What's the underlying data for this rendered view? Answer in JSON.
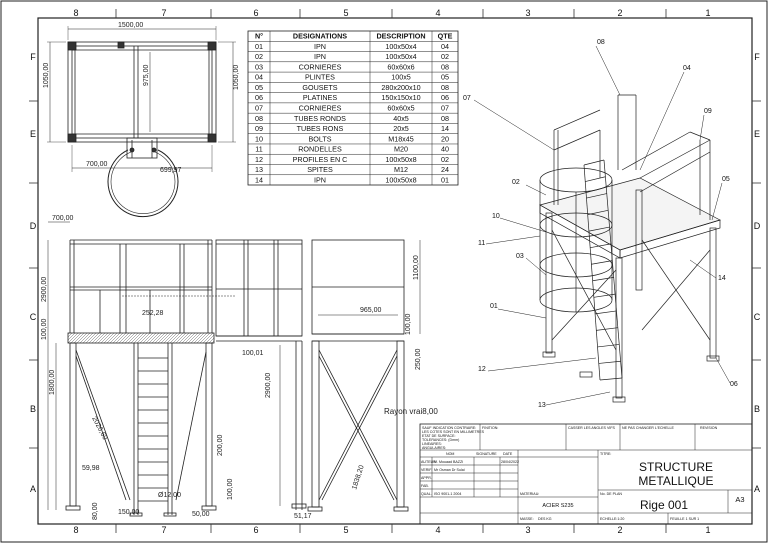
{
  "sheet": {
    "columns": [
      "8",
      "7",
      "6",
      "5",
      "4",
      "3",
      "2",
      "1"
    ],
    "rows": [
      "F",
      "E",
      "D",
      "C",
      "B",
      "A"
    ]
  },
  "bom": {
    "headers": [
      "N°",
      "DESIGNATIONS",
      "DESCRIPTION",
      "QTE"
    ],
    "rows": [
      [
        "01",
        "IPN",
        "100x50x4",
        "04"
      ],
      [
        "02",
        "IPN",
        "100x50x4",
        "02"
      ],
      [
        "03",
        "CORNIERES",
        "60x60x6",
        "08"
      ],
      [
        "04",
        "PLINTES",
        "100x5",
        "05"
      ],
      [
        "05",
        "GOUSETS",
        "280x200x10",
        "08"
      ],
      [
        "06",
        "PLATINES",
        "150x150x10",
        "06"
      ],
      [
        "07",
        "CORNIERES",
        "60x60x5",
        "07"
      ],
      [
        "08",
        "TUBES RONDS",
        "40x5",
        "08"
      ],
      [
        "09",
        "TUBES RONS",
        "20x5",
        "14"
      ],
      [
        "10",
        "BOLTS",
        "M18x45",
        "20"
      ],
      [
        "11",
        "RONDELLES",
        "M20",
        "40"
      ],
      [
        "12",
        "PROFILES EN C",
        "100x50x8",
        "02"
      ],
      [
        "13",
        "SPITES",
        "M12",
        "24"
      ],
      [
        "14",
        "IPN",
        "100x50x8",
        "01"
      ]
    ]
  },
  "dimensions": {
    "plan_width": "1500,00",
    "plan_left_height": "1050,00",
    "plan_inner_height": "975,00",
    "plan_right_height": "1050,00",
    "plan_bottom_left": "700,00",
    "plan_bottom_right": "699,97",
    "front_top_left": "700,00",
    "front_height_total": "2900,00",
    "front_100": "100,00",
    "front_1800": "1800,00",
    "front_diag": "2026,60",
    "front_59": "59,98",
    "front_circle": "Ø12,00",
    "front_80": "80,00",
    "front_150": "150,00",
    "mid_252": "252,28",
    "mid_100": "100,01",
    "mid_2900": "2900,00",
    "mid_200": "200,00",
    "mid_100b": "100,00",
    "mid_5050": "50,00",
    "right_1100": "1100,00",
    "right_965": "965,00",
    "right_100": "100,00",
    "right_250": "250,00",
    "right_1838": "1838,20",
    "right_511": "51,17",
    "radius_note": "Rayon vrai8,00"
  },
  "callouts": [
    "08",
    "04",
    "07",
    "09",
    "02",
    "05",
    "10",
    "11",
    "03",
    "14",
    "01",
    "12",
    "06",
    "13"
  ],
  "title_block": {
    "title_line1": "STRUCTURE",
    "title_line2": "METALLIQUE",
    "part": "Rige 001",
    "size": "A3",
    "material": "ACIER S235",
    "notes": [
      "SAUF INDICATION CONTRAIRE:",
      "LES COTES SONT EN MILLIMETRES",
      "ETAT DE SURFACE:",
      "TOLERANCES:    (Dmm)",
      "   LINEAIRES:",
      "   ANGULAIRES:"
    ],
    "finition_label": "FINITION:",
    "casser_label": "CASSER LES ANGLES VIFS",
    "nepas_label": "NE PAS CHANGER L'ECHELLE",
    "revision_label": "REVISION",
    "col_nom": "NOM",
    "col_signature": "SIGNATURE",
    "col_date": "DATE",
    "auteur_label": "AUTEUR",
    "auteur_name": "M. Mouaad BAZZI",
    "auteur_date": "28/04/2022",
    "verif_label": "VERIF.",
    "verif_name": "Mr Osman Dr Sulai",
    "appr_label": "APPR.",
    "fab_label": "FAB.",
    "qual_label": "QUAL.",
    "qual_value": "ISO 9001-1 2004",
    "titre_label": "TITRE:",
    "materiau_label": "MATERIAU:",
    "nodeplan_label": "No. DE PLAN",
    "masse_label": "MASSE:",
    "masse_value": "DES KG",
    "echelle_label": "ECHELLE:1:20",
    "feuille_label": "FEUILLE 1 SUR 1"
  }
}
